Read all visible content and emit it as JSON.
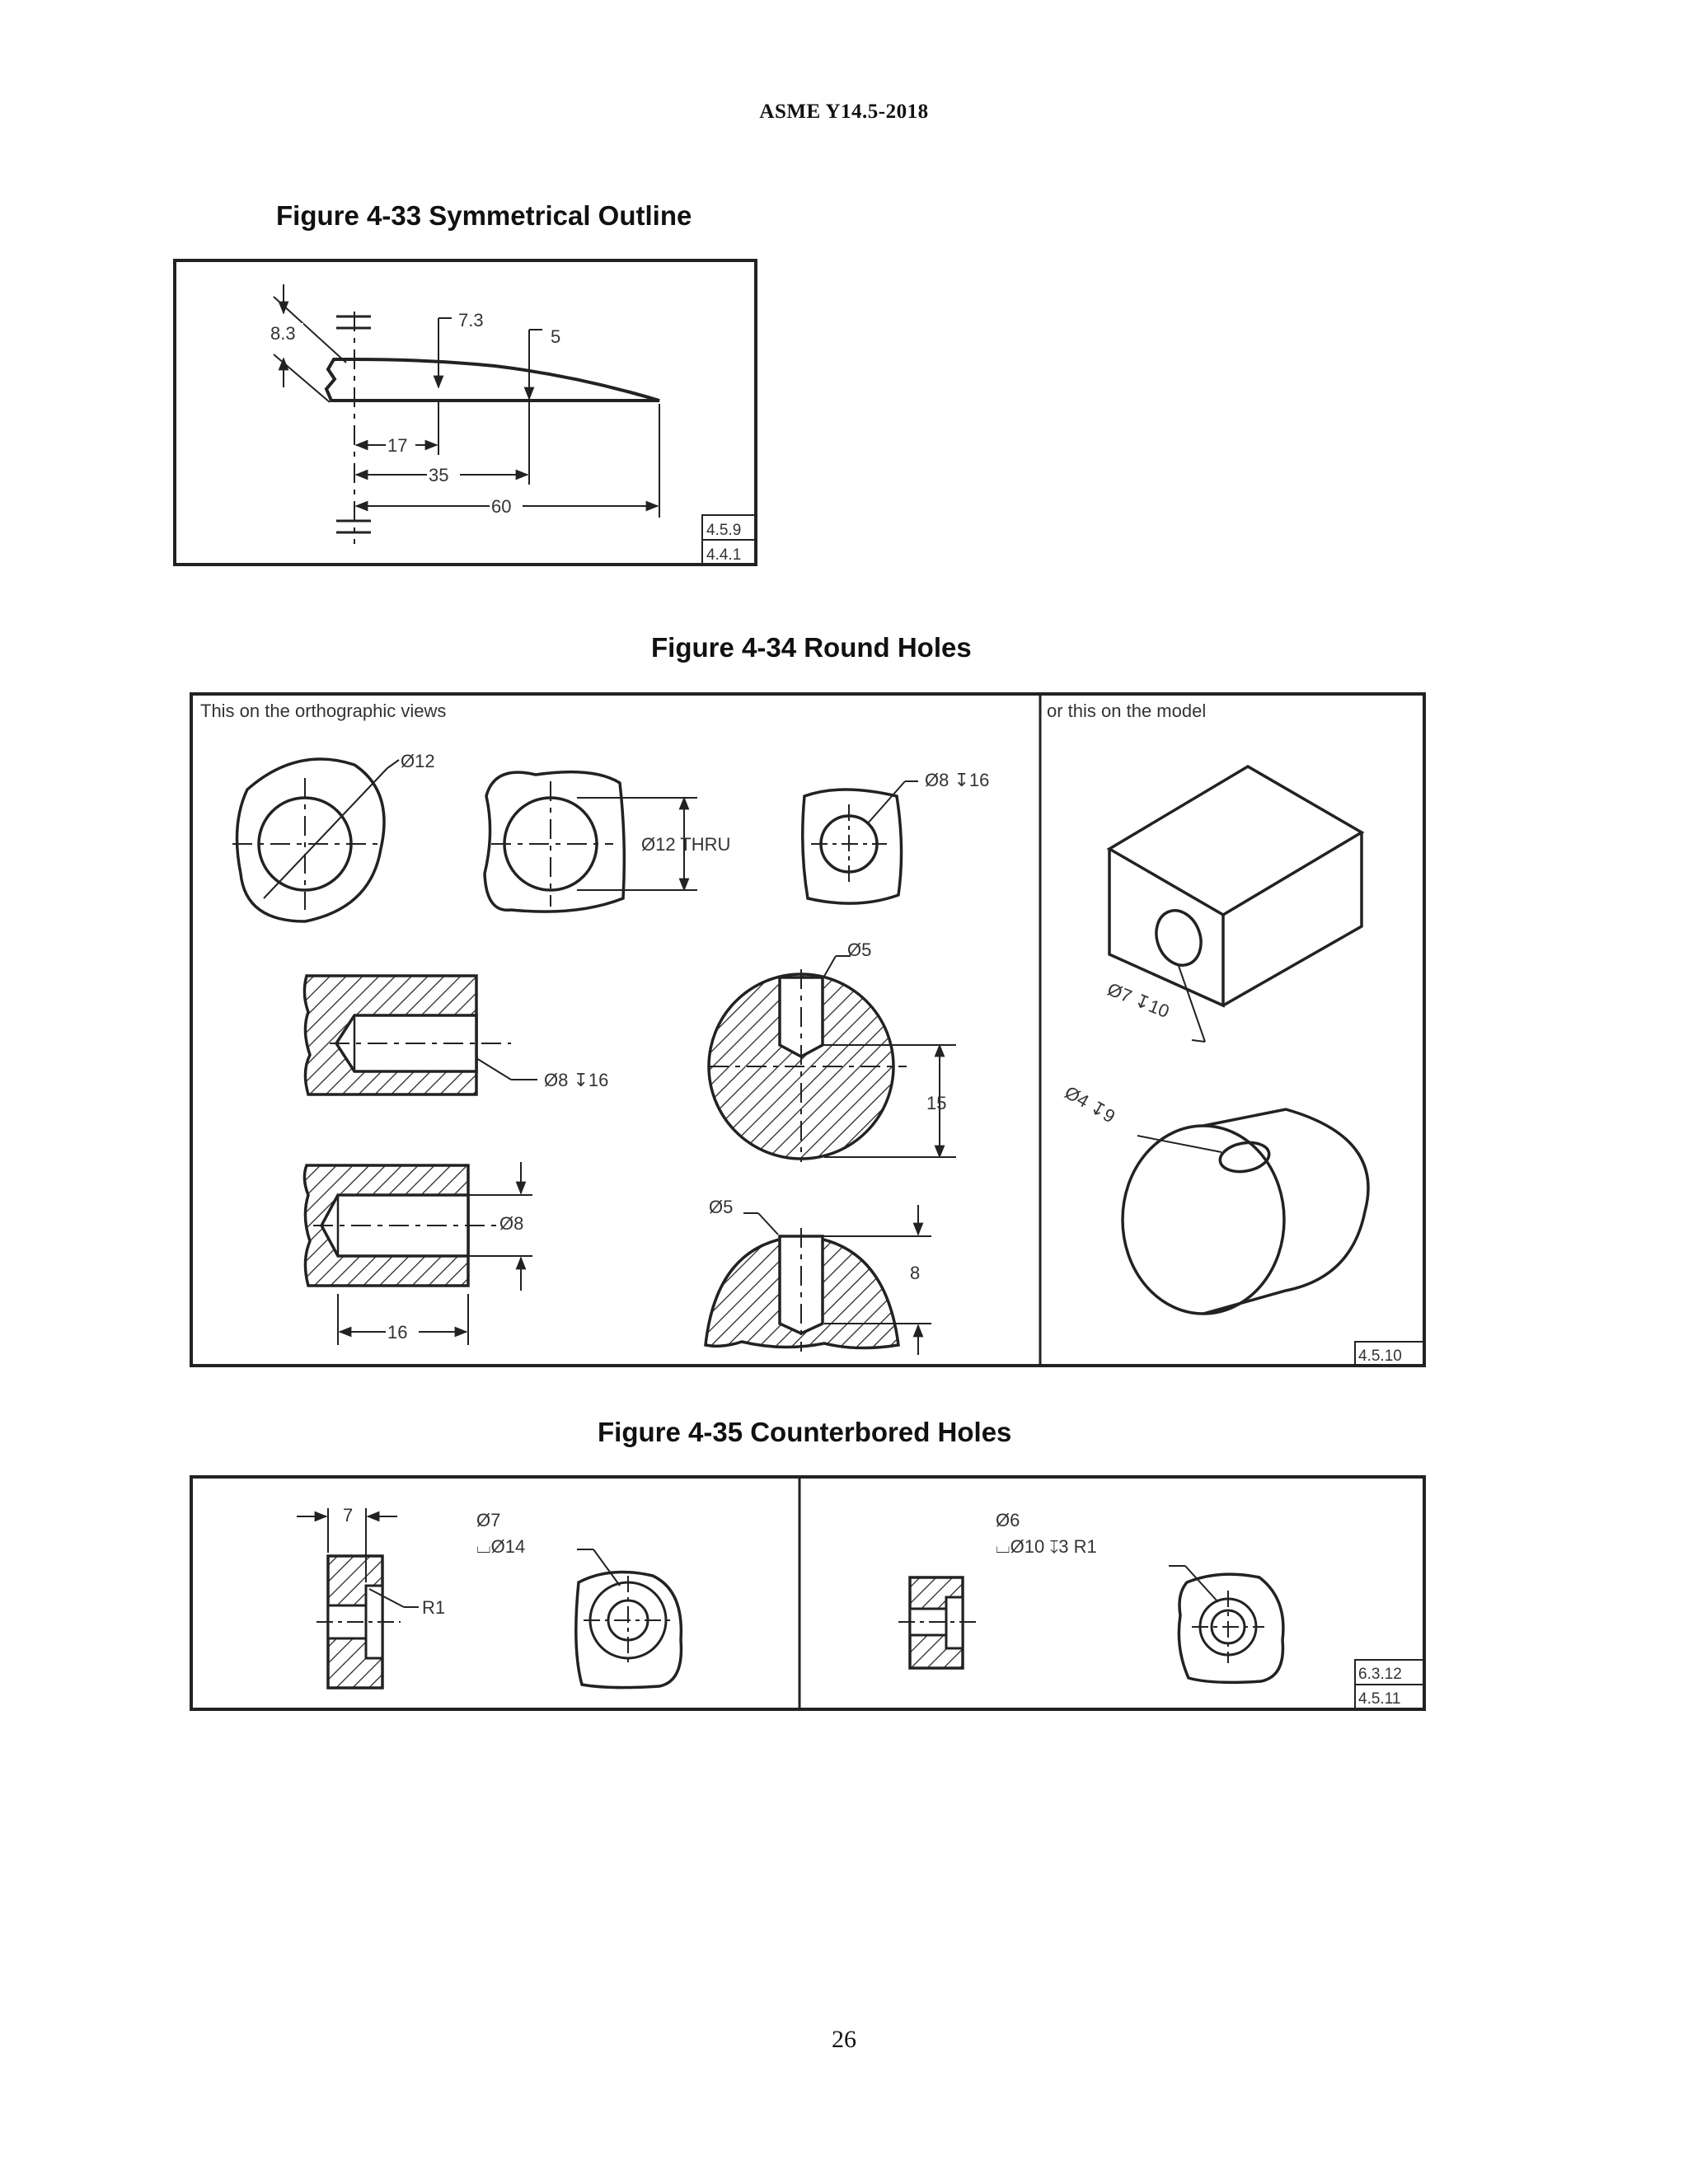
{
  "header": {
    "standard": "ASME Y14.5-2018"
  },
  "fig433": {
    "caption": "Figure 4-33 Symmetrical Outline",
    "dims": {
      "d1": "8.3",
      "d2": "7.3",
      "d3": "5",
      "d4": "17",
      "d5": "35",
      "d6": "60"
    },
    "refs": [
      "4.5.9",
      "4.4.1"
    ]
  },
  "fig434": {
    "caption": "Figure 4-34 Round Holes",
    "left_panel_label": "This on the orthographic views",
    "right_panel_label": "or this on the model",
    "labels": {
      "a": "Ø12",
      "b": "Ø12 THRU",
      "c": "Ø8 ↧16",
      "d": "Ø5",
      "e": "Ø8 ↧16",
      "f": "15",
      "g": "Ø8",
      "h": "16",
      "i": "Ø5",
      "j": "8",
      "k": "Ø7 ↧10",
      "l": "Ø4 ↧9"
    },
    "refs": [
      "4.5.10"
    ]
  },
  "fig435": {
    "caption": "Figure 4-35 Counterbored Holes",
    "left": {
      "dim_width": "7",
      "hole": "Ø7",
      "cbore": "⌴Ø14",
      "radius": "R1"
    },
    "right": {
      "hole": "Ø6",
      "cbore": "⌴Ø10 ↧3 R1"
    },
    "refs": [
      "6.3.12",
      "4.5.11"
    ]
  },
  "footer": {
    "page_number": "26"
  }
}
